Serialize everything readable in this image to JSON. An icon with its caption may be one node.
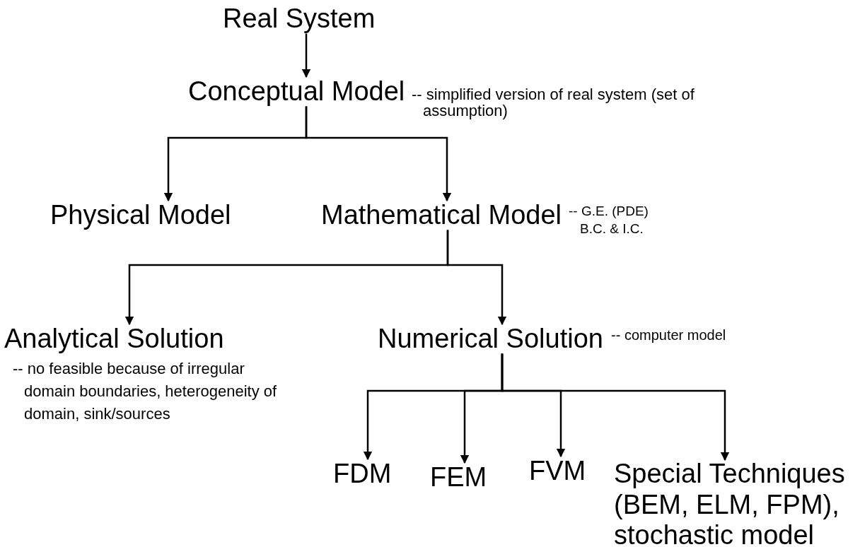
{
  "diagram": {
    "nodes": [
      {
        "text": [
          "Real System"
        ]
      },
      {
        "text": [
          "Conceptual Model"
        ],
        "beside": [
          "-- simplified version of real system (set of assumption)"
        ]
      },
      {
        "text": [
          "Physical Model"
        ]
      },
      {
        "text": [
          "Mathematical Model"
        ],
        "beside": [
          "-- G.E. (PDE) B.C. & I.C."
        ]
      },
      {
        "text": [
          "Analytical Solution"
        ],
        "beside": [
          "-- no feasible because of irregular domain boundaries, heterogeneity of domain, sink/sources"
        ]
      },
      {
        "text": [
          "Numerical Solution"
        ],
        "beside": [
          "-- computer model"
        ]
      },
      {
        "text": [
          "FDM"
        ]
      },
      {
        "text": [
          "FEM"
        ]
      },
      {
        "text": [
          "FVM"
        ]
      },
      {
        "text": [
          "Special Techniques (BEM, ELM, FPM), stochastic model"
        ]
      }
    ],
    "edges": [
      {
        "from": 0,
        "to": 1,
        "arrow": "to"
      },
      {
        "from": 1,
        "to": 2,
        "arrow": "to"
      },
      {
        "from": 1,
        "to": 3,
        "arrow": "to"
      },
      {
        "from": 3,
        "to": 4,
        "arrow": "to"
      },
      {
        "from": 3,
        "to": 5,
        "arrow": "to"
      },
      {
        "from": 5,
        "to": 6,
        "arrow": "to"
      },
      {
        "from": 5,
        "to": 7,
        "arrow": "to"
      },
      {
        "from": 5,
        "to": 8,
        "arrow": "to"
      },
      {
        "from": 5,
        "to": 9,
        "arrow": "to"
      }
    ]
  }
}
